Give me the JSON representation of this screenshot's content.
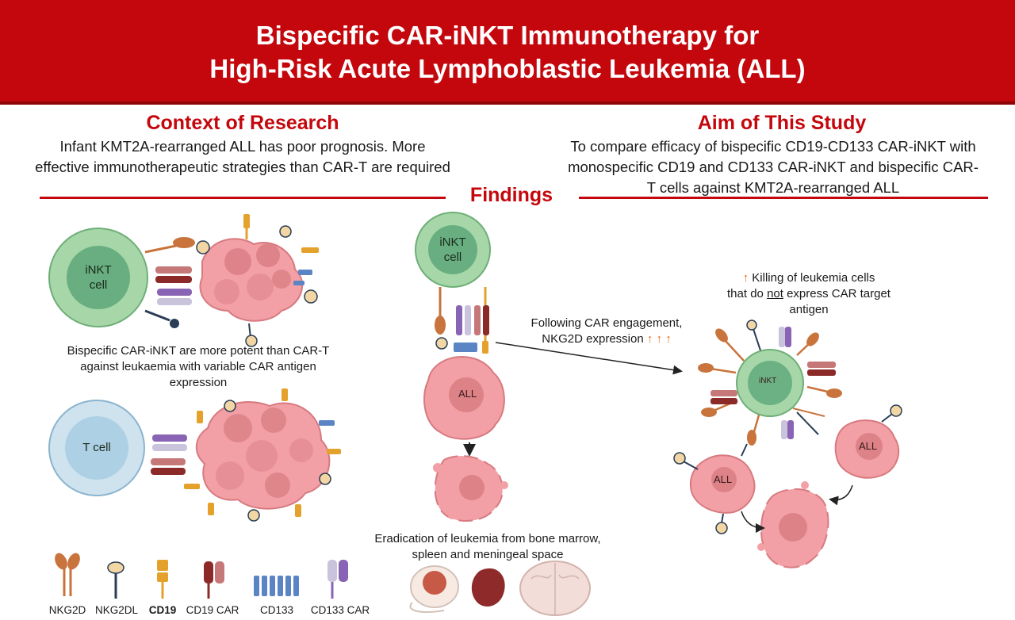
{
  "title": {
    "line1": "Bispecific CAR-iNKT Immunotherapy for",
    "line2": "High-Risk Acute Lymphoblastic Leukemia (ALL)"
  },
  "context": {
    "heading": "Context of Research",
    "line1": "Infant KMT2A-rearranged ALL has poor prognosis. More",
    "line2": "effective immunotherapeutic strategies than CAR-T are required"
  },
  "aim": {
    "heading": "Aim of This Study",
    "line1": "To compare efficacy of bispecific CD19-CD133 CAR-iNKT with",
    "line2": "monospecific CD19 and CD133 CAR-iNKT and bispecific CAR-",
    "line3": "T cells against KMT2A-rearranged ALL"
  },
  "findings": {
    "heading": "Findings",
    "left_cell_top_l1": "iNKT",
    "left_cell_top_l2": "cell",
    "potency_l1": "Bispecific CAR-iNKT are more potent than CAR-T",
    "potency_l2": "against leukaemia with variable CAR antigen",
    "potency_l3": "expression",
    "tcell_label": "T cell",
    "center_cell_l1": "iNKT",
    "center_cell_l2": "cell",
    "center_all": "ALL",
    "engagement_l1": "Following CAR engagement,",
    "engagement_l2": "NKG2D expression",
    "engagement_arrows": "↑ ↑ ↑",
    "killing_arrow": "↑",
    "killing_l1": "Killing of leukemia cells",
    "killing_l2_a": "that do ",
    "killing_l2_not": "not",
    "killing_l2_b": " express CAR target",
    "killing_l3": "antigen",
    "right_cell_label": "iNKT",
    "right_all_1": "ALL",
    "right_all_2": "ALL",
    "eradication_l1": "Eradication of leukemia from bone marrow,",
    "eradication_l2": "spleen and meningeal space"
  },
  "legend": [
    {
      "label": "NKG2D"
    },
    {
      "label": "NKG2DL"
    },
    {
      "label": "CD19"
    },
    {
      "label": "CD19 CAR"
    },
    {
      "label": "CD133"
    },
    {
      "label": "CD133 CAR"
    }
  ],
  "colors": {
    "brand_red": "#c4070d",
    "inkt_outer": "#a7d7a8",
    "inkt_inner": "#5da77a",
    "tcell_outer": "#cfe3ef",
    "tcell_inner": "#a9cde3",
    "leukemia": "#f2a0a5",
    "leukemia_dark": "#d77a80",
    "nkg2d": "#c8743c",
    "nkg2dl": "#f2d7a4",
    "cd19": "#e4a22c",
    "cd19_car": "#8c2a2a",
    "cd133": "#5b84c4",
    "cd133_car": "#8a64b4",
    "highlight_arrow": "#ef6a1c"
  }
}
